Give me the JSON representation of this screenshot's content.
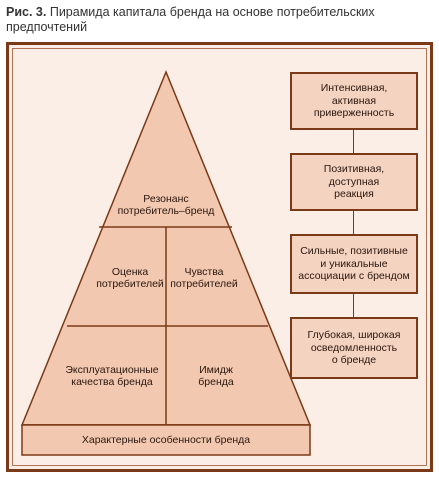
{
  "caption": {
    "label": "Рис. 3.",
    "text": "Пирамида капитала бренда на основе потребительских предпочтений"
  },
  "pyramid": {
    "resonance": [
      "Резонанс",
      "потребитель–бренд"
    ],
    "judgments": [
      "Оценка",
      "потребителей"
    ],
    "feelings": [
      "Чувства",
      "потребителей"
    ],
    "performance": [
      "Эксплуатационные",
      "качества бренда"
    ],
    "imagery": [
      "Имидж",
      "бренда"
    ],
    "salience": "Характерные особенности бренда"
  },
  "stages": [
    {
      "lines": [
        "Интенсивная,",
        "активная",
        "приверженность"
      ]
    },
    {
      "lines": [
        "Позитивная,",
        "доступная",
        "реакция"
      ]
    },
    {
      "lines": [
        "Сильные, позитивные",
        "и уникальные",
        "ассоциации с брендом"
      ]
    },
    {
      "lines": [
        "Глубокая, широкая",
        "осведомленность",
        "о бренде"
      ]
    }
  ],
  "colors": {
    "border": "#7a3a18",
    "background": "#fbeee6",
    "pyramid_fill": "#f2c8b0",
    "box_fill": "#f4d3c0",
    "text": "#2a160e"
  }
}
